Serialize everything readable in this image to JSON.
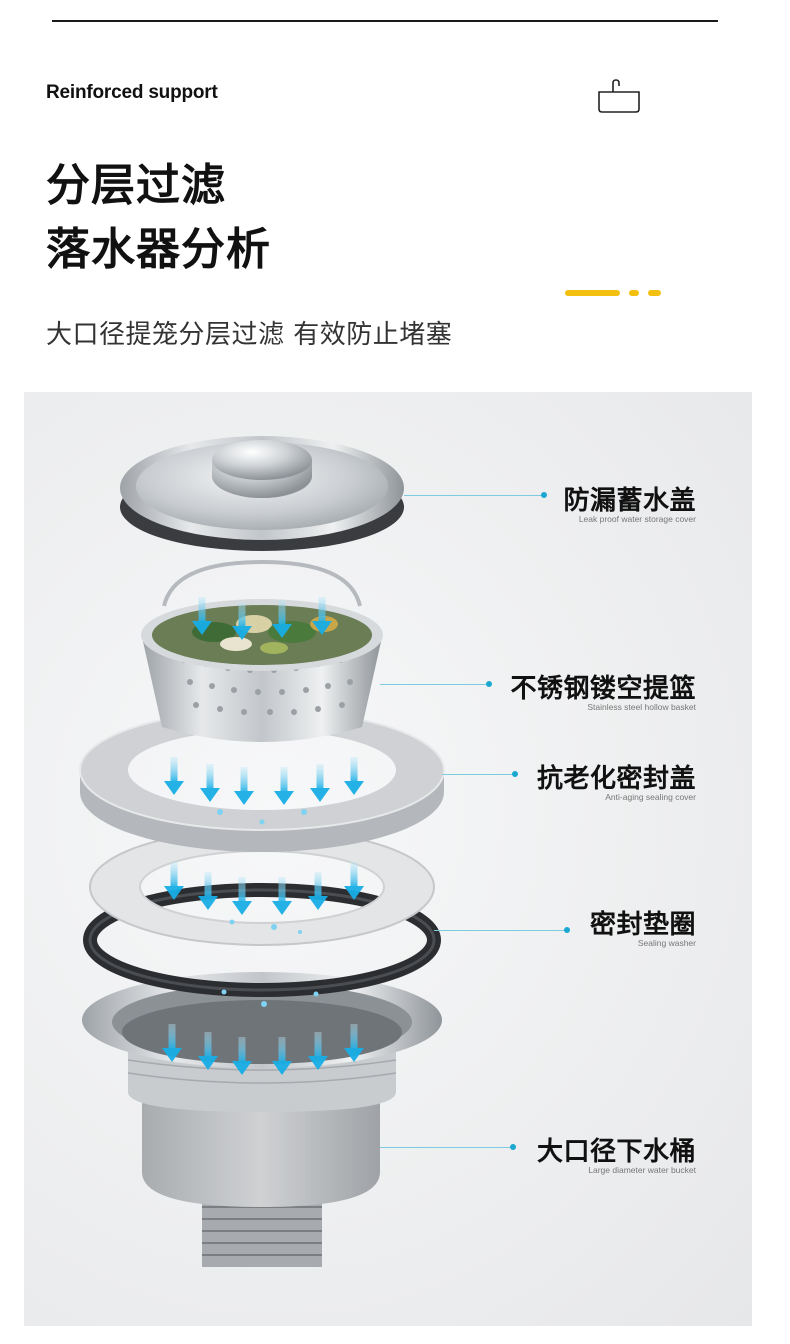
{
  "header": {
    "eyebrow": "Reinforced support",
    "title_line1": "分层过滤",
    "title_line2": "落水器分析",
    "subtitle": "大口径提笼分层过滤 有效防止堵塞"
  },
  "icons": {
    "top_right": "sink-icon"
  },
  "colors": {
    "accent": "#f3c010",
    "leader_line": "#7ecbe0",
    "leader_dot": "#1aa7d0",
    "panel_bg": "#eeeff0",
    "water_arrow": "#29b6e8"
  },
  "parts": [
    {
      "name_cn": "防漏蓄水盖",
      "name_en": "Leak proof water storage cover"
    },
    {
      "name_cn": "不锈钢镂空提篮",
      "name_en": "Stainless steel hollow basket"
    },
    {
      "name_cn": "抗老化密封盖",
      "name_en": "Anti-aging sealing cover"
    },
    {
      "name_cn": "密封垫圈",
      "name_en": "Sealing washer"
    },
    {
      "name_cn": "大口径下水桶",
      "name_en": "Large diameter water bucket"
    }
  ]
}
